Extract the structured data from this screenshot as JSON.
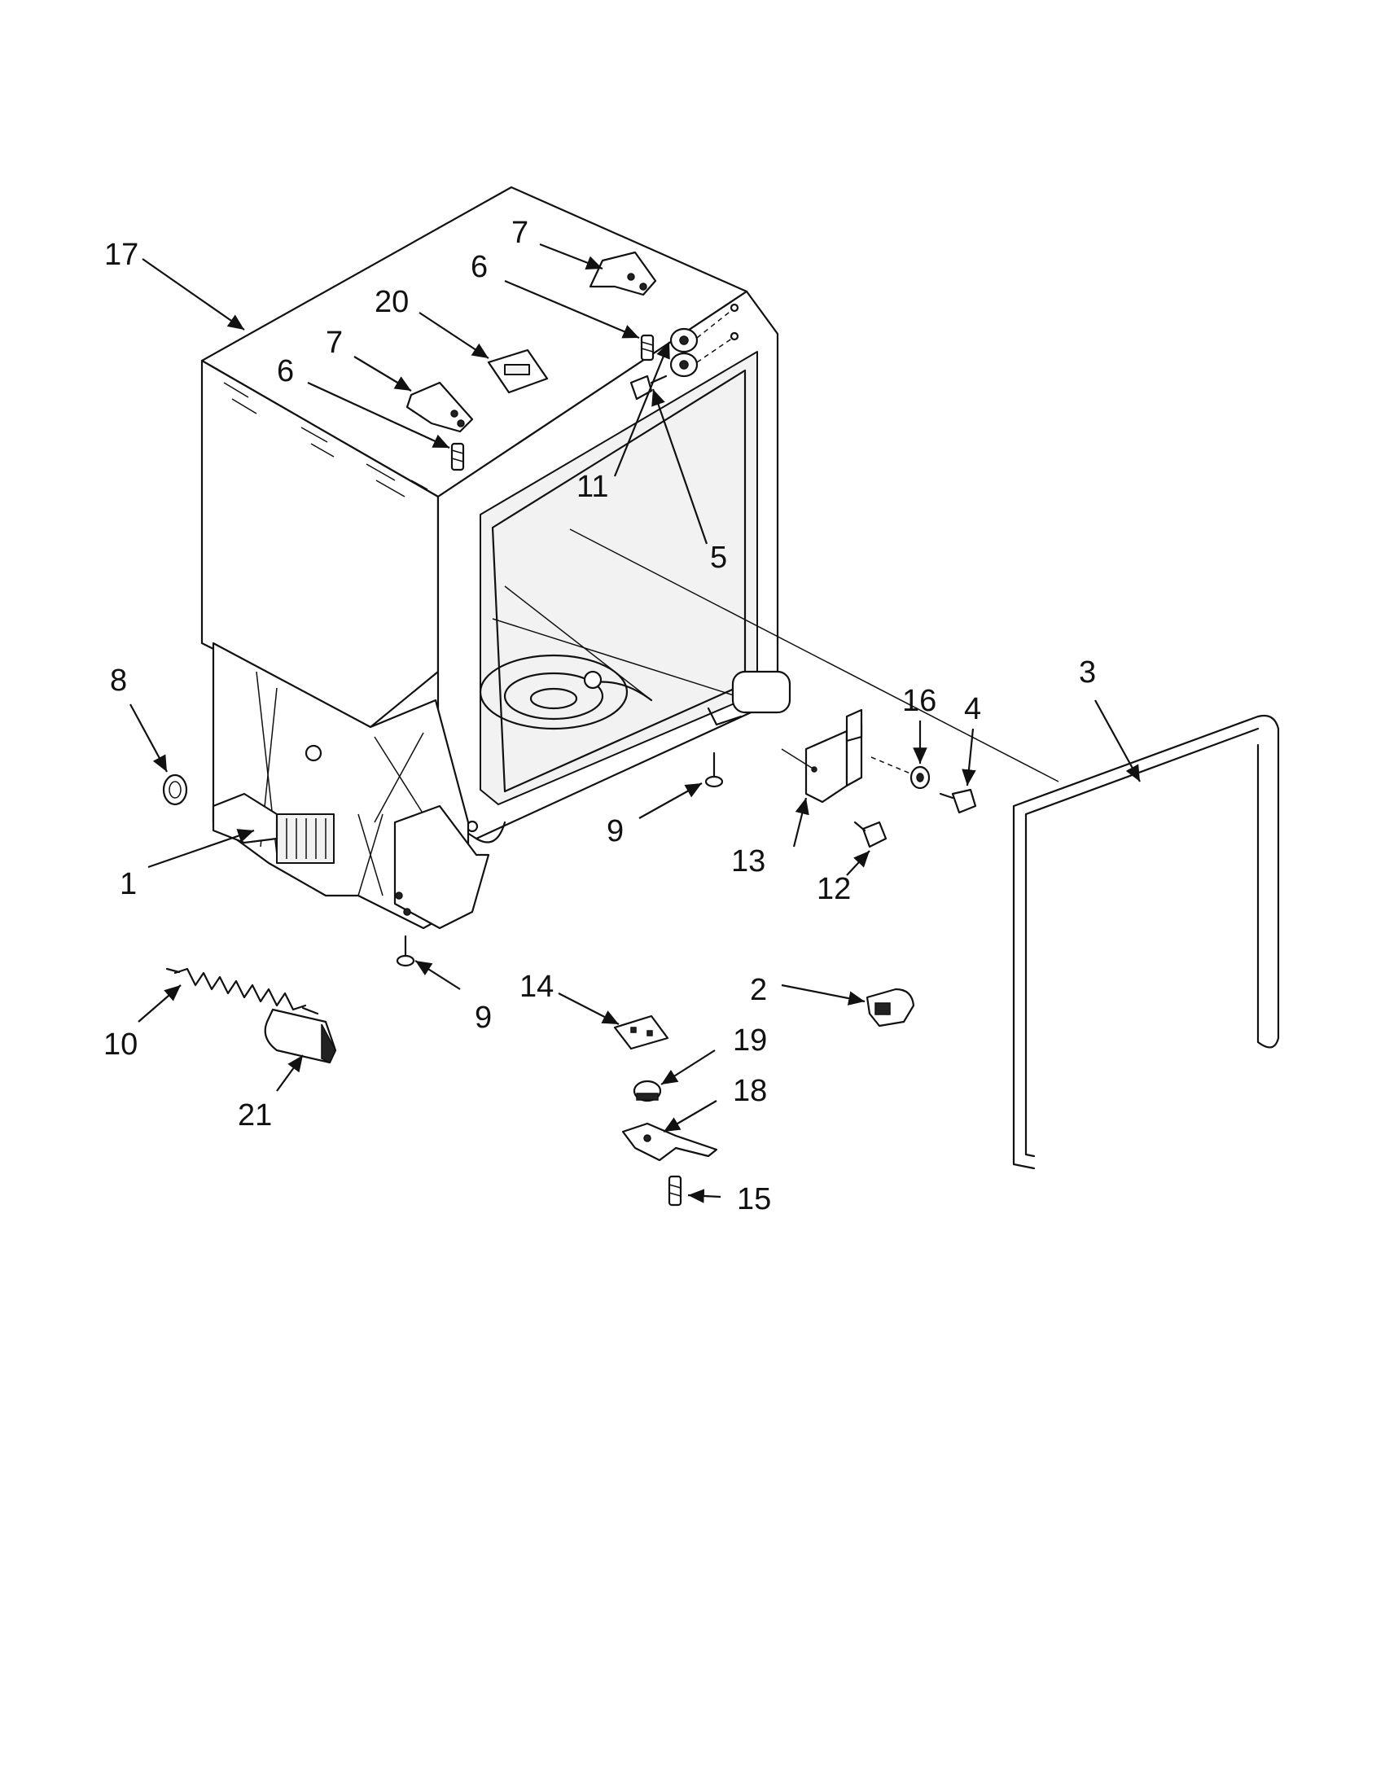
{
  "parts": [
    {
      "id": "callout-1",
      "text": "1"
    },
    {
      "id": "callout-2",
      "text": "2"
    },
    {
      "id": "callout-3",
      "text": "3"
    },
    {
      "id": "callout-4",
      "text": "4"
    },
    {
      "id": "callout-5",
      "text": "5"
    },
    {
      "id": "callout-6a",
      "text": "6"
    },
    {
      "id": "callout-6b",
      "text": "6"
    },
    {
      "id": "callout-7a",
      "text": "7"
    },
    {
      "id": "callout-7b",
      "text": "7"
    },
    {
      "id": "callout-8",
      "text": "8"
    },
    {
      "id": "callout-9a",
      "text": "9"
    },
    {
      "id": "callout-9b",
      "text": "9"
    },
    {
      "id": "callout-10",
      "text": "10"
    },
    {
      "id": "callout-11",
      "text": "11"
    },
    {
      "id": "callout-12",
      "text": "12"
    },
    {
      "id": "callout-13",
      "text": "13"
    },
    {
      "id": "callout-14",
      "text": "14"
    },
    {
      "id": "callout-15",
      "text": "15"
    },
    {
      "id": "callout-16",
      "text": "16"
    },
    {
      "id": "callout-17",
      "text": "17"
    },
    {
      "id": "callout-18",
      "text": "18"
    },
    {
      "id": "callout-19",
      "text": "19"
    },
    {
      "id": "callout-20",
      "text": "20"
    },
    {
      "id": "callout-21",
      "text": "21"
    }
  ]
}
